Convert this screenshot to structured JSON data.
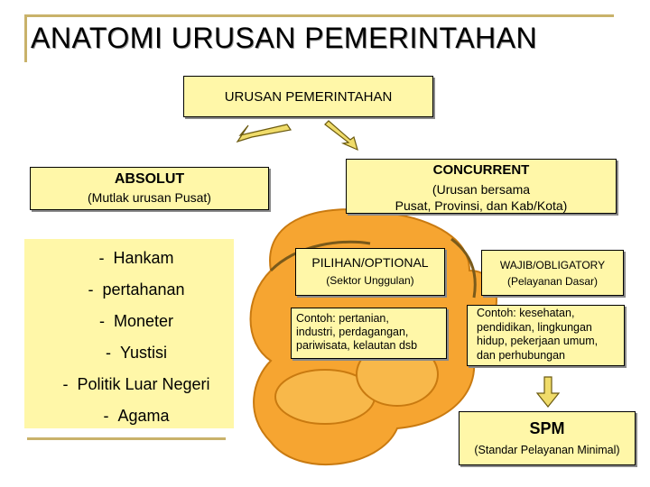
{
  "title": "ANATOMI URUSAN PEMERINTAHAN",
  "root": {
    "label": "URUSAN PEMERINTAHAN"
  },
  "absolut": {
    "title": "ABSOLUT",
    "subtitle": "(Mutlak urusan Pusat)"
  },
  "concurrent": {
    "title": "CONCURRENT",
    "subtitle_line1": "(Urusan bersama",
    "subtitle_line2": "Pusat, Provinsi, dan Kab/Kota)"
  },
  "absolut_items": [
    {
      "dash": "-",
      "label": "Hankam"
    },
    {
      "dash": "-",
      "label": "pertahanan"
    },
    {
      "dash": "-",
      "label": "Moneter"
    },
    {
      "dash": "-",
      "label": "Yustisi"
    },
    {
      "dash": "-",
      "label": "Politik Luar Negeri"
    },
    {
      "dash": "-",
      "label": "Agama"
    }
  ],
  "pilihan": {
    "title": "PILIHAN/OPTIONAL",
    "subtitle": "(Sektor Unggulan)"
  },
  "wajib": {
    "title": "WAJIB/OBLIGATORY",
    "subtitle": "(Pelayanan Dasar)"
  },
  "contoh_pilihan": {
    "line1": "Contoh: pertanian,",
    "line2": "industri, perdagangan,",
    "line3": "pariwisata, kelautan dsb"
  },
  "contoh_wajib": {
    "line1": "Contoh: kesehatan,",
    "line2": "pendidikan, lingkungan",
    "line3": "hidup, pekerjaan umum,",
    "line4": "dan perhubungan"
  },
  "spm": {
    "title": "SPM",
    "subtitle": "(Standar Pelayanan Minimal)"
  },
  "colors": {
    "box_fill": "#fff7a8",
    "arrow_fill": "#f0dc6a",
    "frame": "#c9b26a",
    "background_art": "#f5a623"
  }
}
